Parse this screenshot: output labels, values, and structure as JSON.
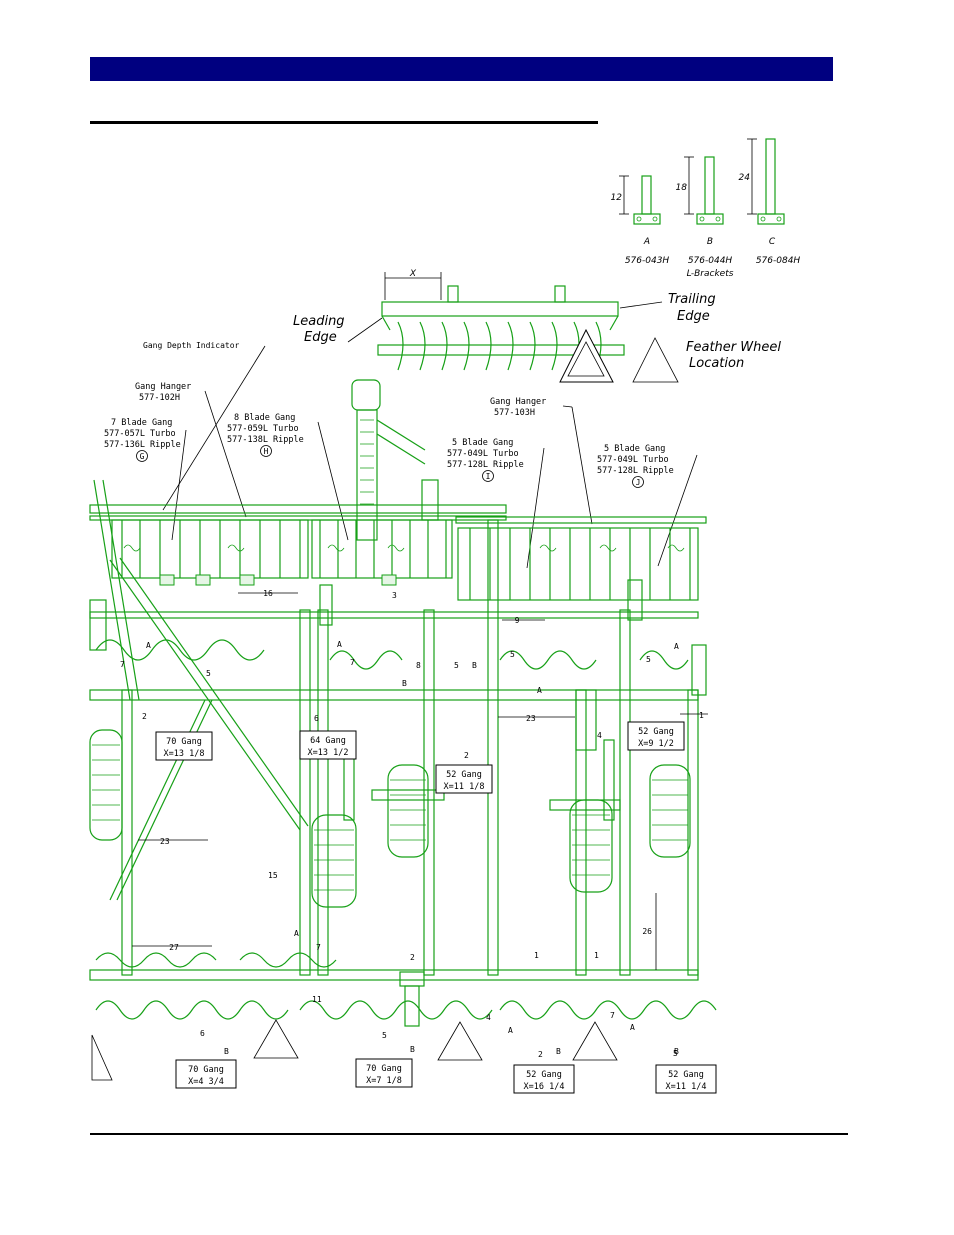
{
  "brackets": {
    "a": {
      "dim": "12",
      "letter": "A",
      "part": "576-043H"
    },
    "b": {
      "dim": "18",
      "letter": "B",
      "part": "576-044H"
    },
    "c": {
      "dim": "24",
      "letter": "C",
      "part": "576-084H"
    },
    "caption": "L-Brackets"
  },
  "top": {
    "x_label": "X",
    "leading_edge_line1": "Leading",
    "leading_edge_line2": "Edge",
    "trailing_edge_line1": "Trailing",
    "trailing_edge_line2": "Edge",
    "feather_wheel_line1": "Feather Wheel",
    "feather_wheel_line2": "Location",
    "gang_depth_indicator": "Gang Depth Indicator"
  },
  "callouts": {
    "hanger_left_line1": "Gang Hanger",
    "hanger_left_line2": "577-102H",
    "gang7_line1": "7 Blade Gang",
    "gang7_line2": "577-057L Turbo",
    "gang7_line3": "577-136L Ripple",
    "gang7_mark": "G",
    "gang8_line1": "8 Blade Gang",
    "gang8_line2": "577-059L Turbo",
    "gang8_line3": "577-138L Ripple",
    "gang8_mark": "H",
    "hanger_right_line1": "Gang Hanger",
    "hanger_right_line2": "577-103H",
    "gang5i_line1": "5 Blade Gang",
    "gang5i_line2": "577-049L Turbo",
    "gang5i_line3": "577-128L Ripple",
    "gang5i_mark": "I",
    "gang5j_line1": "5 Blade Gang",
    "gang5j_line2": "577-049L Turbo",
    "gang5j_line3": "577-128L Ripple",
    "gang5j_mark": "J"
  },
  "gang_boxes": [
    {
      "name": "70 Gang",
      "x": "X=13 1/8"
    },
    {
      "name": "64 Gang",
      "x": "X=13 1/2"
    },
    {
      "name": "52 Gang",
      "x": "X=11 1/8"
    },
    {
      "name": "52 Gang",
      "x": "X=9 1/2"
    },
    {
      "name": "70 Gang",
      "x": "X=4 3/4"
    },
    {
      "name": "70 Gang",
      "x": "X=7 1/8"
    },
    {
      "name": "52 Gang",
      "x": "X=16 1/4"
    },
    {
      "name": "52 Gang",
      "x": "X=11 1/4"
    }
  ],
  "dims": {
    "d16": "16",
    "d9": "9",
    "d1": "1",
    "d27": "27",
    "d26": "26",
    "d2a": "2",
    "d2b": "2",
    "d23w": "23",
    "d15w": "15",
    "d23b": "23",
    "d7a": "7",
    "d5a": "5",
    "d7b": "7",
    "d5b": "5",
    "d8": "8",
    "d2c": "2",
    "d6a": "6",
    "d2d": "2",
    "d4a": "4",
    "d3a": "3",
    "d5c": "5",
    "d6b": "6",
    "d7c": "7",
    "d11": "11",
    "d5d": "5",
    "d4b": "4",
    "d1a": "1",
    "d1b": "1",
    "d7d": "7",
    "d5e": "5",
    "d5f": "5",
    "lA": "A",
    "lB": "B"
  }
}
